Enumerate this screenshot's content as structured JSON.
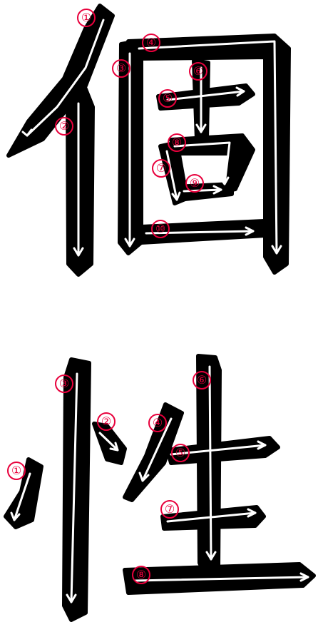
{
  "accent_color": "#e8003c",
  "characters": [
    {
      "char": "個",
      "stroke_labels": [
        "①",
        "②",
        "③",
        "④",
        "⑤",
        "⑥",
        "⑦",
        "⑧",
        "⑨",
        "⑩"
      ]
    },
    {
      "char": "性",
      "stroke_labels": [
        "①",
        "②",
        "③",
        "④",
        "⑤",
        "⑥",
        "⑦",
        "⑧"
      ]
    }
  ]
}
